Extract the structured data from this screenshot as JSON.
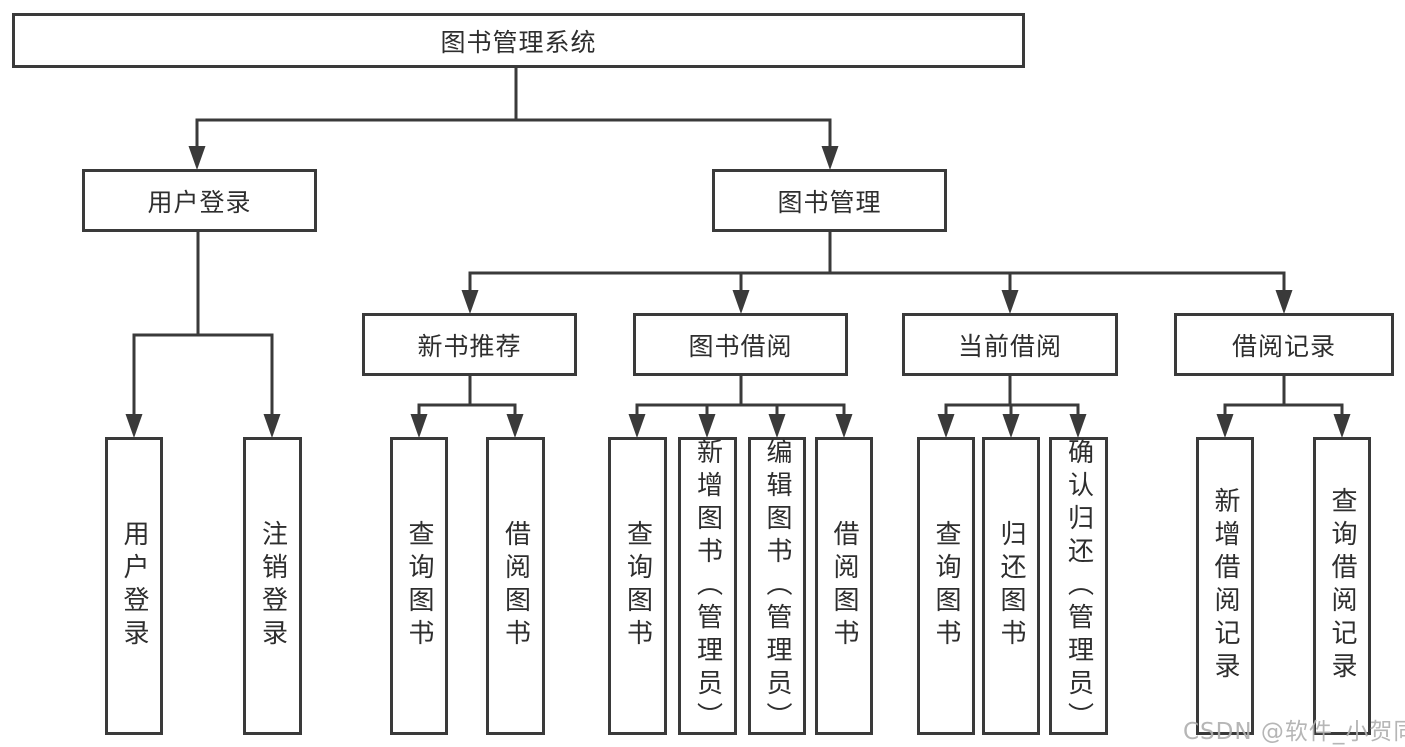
{
  "diagram": {
    "root_label": "图书管理系统",
    "branches": [
      {
        "label": "用户登录",
        "leaves": [
          {
            "label": "用户登录"
          },
          {
            "label": "注销登录"
          }
        ]
      },
      {
        "label": "图书管理",
        "groups": [
          {
            "label": "新书推荐",
            "leaves": [
              {
                "label": "查询图书"
              },
              {
                "label": "借阅图书"
              }
            ]
          },
          {
            "label": "图书借阅",
            "leaves": [
              {
                "label": "查询图书"
              },
              {
                "label": "新增图书（管理员）"
              },
              {
                "label": "编辑图书（管理员）"
              },
              {
                "label": "借阅图书"
              }
            ]
          },
          {
            "label": "当前借阅",
            "leaves": [
              {
                "label": "查询图书"
              },
              {
                "label": "归还图书"
              },
              {
                "label": "确认归还（管理员）"
              }
            ]
          },
          {
            "label": "借阅记录",
            "leaves": [
              {
                "label": "新增借阅记录"
              },
              {
                "label": "查询借阅记录"
              }
            ]
          }
        ]
      }
    ]
  },
  "watermark": {
    "text": "CSDN @软件_小贺同学"
  },
  "colors": {
    "line": "#3a3a3a",
    "text": "#2e2e2e",
    "watermark": "#b0b0b0",
    "background": "#ffffff"
  }
}
